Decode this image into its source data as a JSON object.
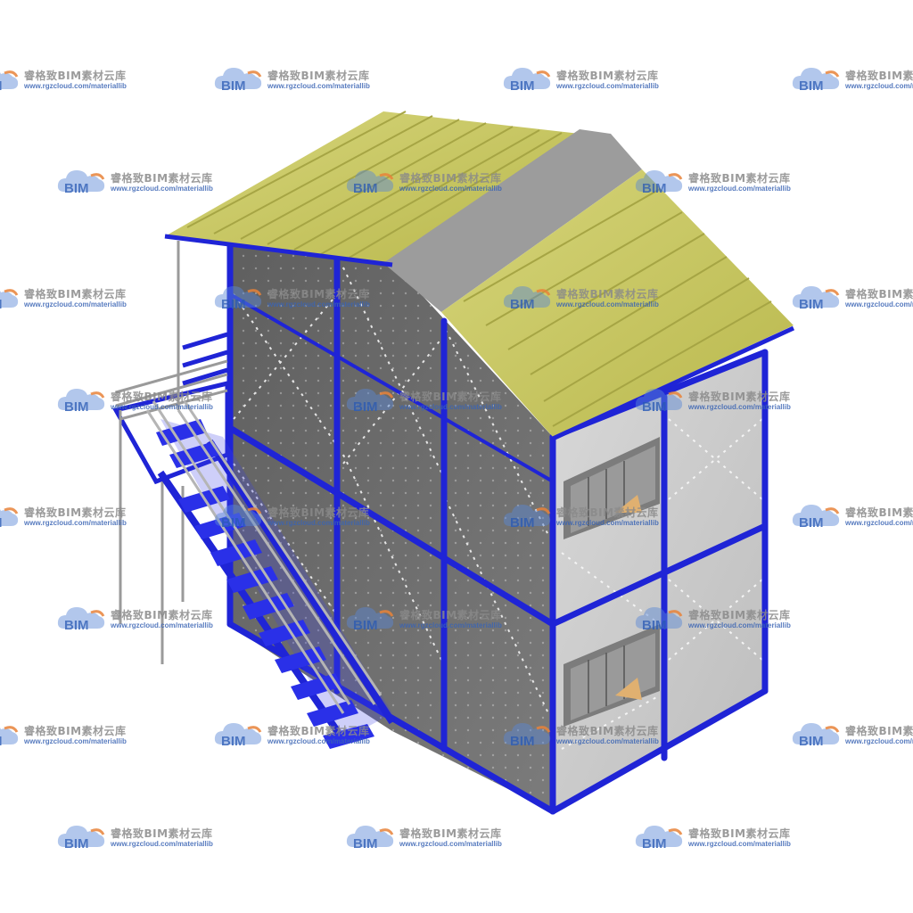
{
  "image": {
    "subject": "prefab-two-storey-house-icon",
    "colors": {
      "roof": "#c9c85a",
      "roof_dark": "#a6a544",
      "ridge": "#9a9a9a",
      "frame": "#1f24d6",
      "wall_dark": "#6e6e6e",
      "wall_light": "#cfcfcf",
      "glass": "#8e8e8e"
    }
  },
  "watermark": {
    "title": "睿格致BIM素材云库",
    "url": "www.rgzcloud.com/materiallib",
    "logo_text": "BIM",
    "logo_icon": "cloud-logo-icon"
  }
}
